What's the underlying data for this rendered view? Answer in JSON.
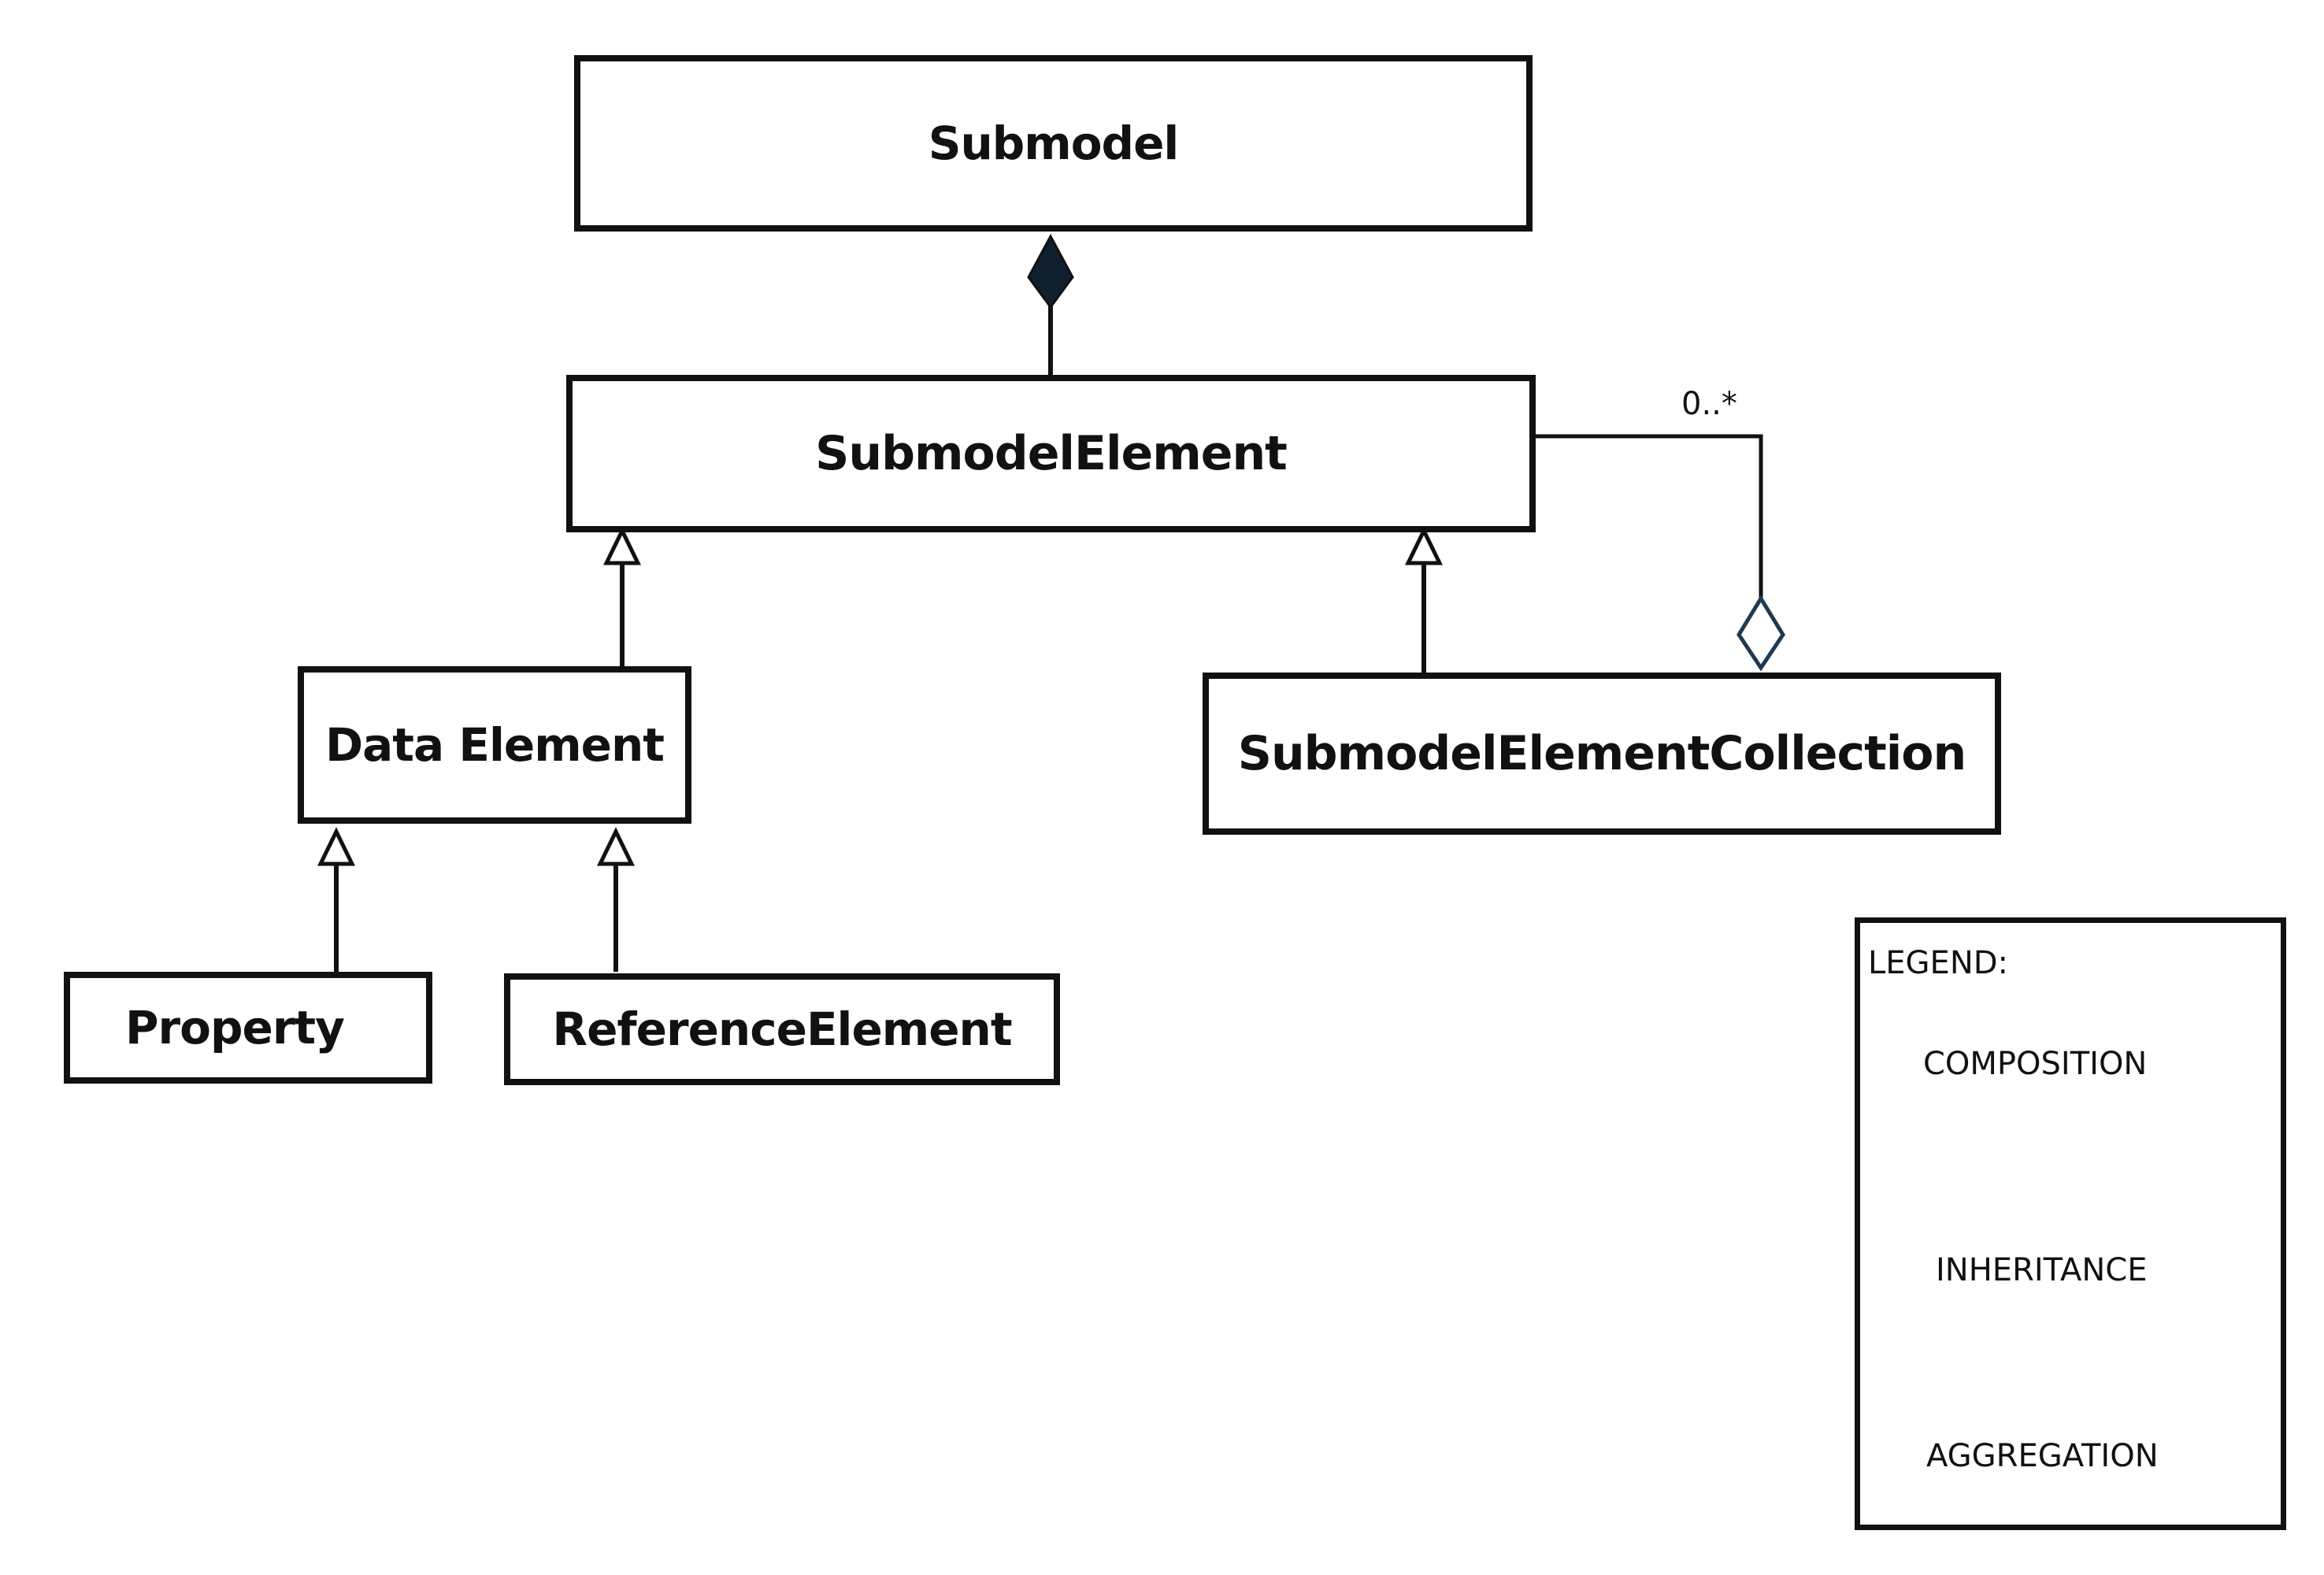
{
  "classes": {
    "submodel": "Submodel",
    "submodel_element": "SubmodelElement",
    "data_element": "Data Element",
    "submodel_element_collection": "SubmodelElementCollection",
    "property": "Property",
    "reference_element": "ReferenceElement"
  },
  "relationships": {
    "collection_multiplicity": "0..*"
  },
  "legend": {
    "title": "LEGEND:",
    "items": [
      {
        "label": "COMPOSITION",
        "icon": "filled-diamond-icon"
      },
      {
        "label": "INHERITANCE",
        "icon": "hollow-triangle-arrow-icon"
      },
      {
        "label": "AGGREGATION",
        "icon": "hollow-diamond-icon"
      }
    ]
  },
  "colors": {
    "stroke": "#111111",
    "composition_fill": "#0f1f2e",
    "aggregation_stroke": "#1d3a52"
  }
}
